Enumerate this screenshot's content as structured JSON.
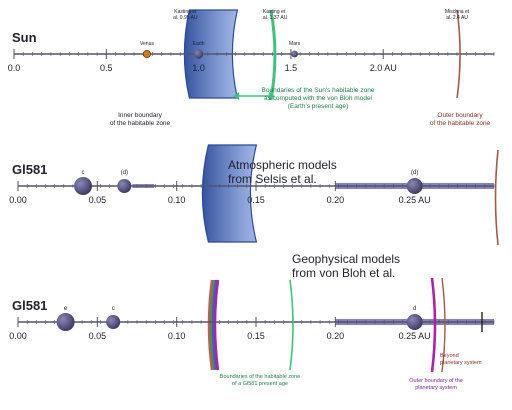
{
  "colors": {
    "axis": "#55556a",
    "zone_fill": "#3d5fb8",
    "inner_edge": "#2a4a9a",
    "green": "#3cc47a",
    "brown": "#a05a4a",
    "magenta": "#b21fb0",
    "planet": "#4a4870",
    "venus": "#d27a1c",
    "text": "#222233",
    "green_text": "#1f7f4a",
    "brown_text": "#8a3020",
    "purple_text": "#8020a0"
  },
  "panels": [
    {
      "id": "sun",
      "name": "Sun",
      "ticks": [
        {
          "v": 0.0,
          "label": "0.0"
        },
        {
          "v": 0.5,
          "label": "0.5"
        },
        {
          "v": 1.0,
          "label": "1.0"
        },
        {
          "v": 1.5,
          "label": "1.5"
        },
        {
          "v": 2.0,
          "label": "2.0 AU"
        }
      ],
      "objects": [
        {
          "name": "Venus",
          "label": "Venus",
          "v": 0.72,
          "kind": "venus"
        },
        {
          "name": "Earth",
          "label": "Earth",
          "v": 1.0,
          "kind": "planet"
        },
        {
          "name": "Mars",
          "label": "Mars",
          "v": 1.52,
          "kind": "planet"
        }
      ],
      "boundaries": [
        {
          "name": "inner-zone",
          "label": "Kasting et al. 0.95 AU",
          "v": 0.95
        },
        {
          "name": "green-line",
          "label": "Kasting et al. 1.37 AU",
          "v": 1.37
        },
        {
          "name": "outer-brown",
          "label": "Mischna et al. 2.4 AU",
          "v": 2.4
        }
      ]
    },
    {
      "id": "gl581-atm",
      "name": "Gl581",
      "ticks": [
        {
          "v": 0.0,
          "label": "0.00"
        },
        {
          "v": 0.05,
          "label": "0.05"
        },
        {
          "v": 0.1,
          "label": "0.10"
        },
        {
          "v": 0.15,
          "label": "0.15"
        },
        {
          "v": 0.2,
          "label": "0.20"
        },
        {
          "v": 0.25,
          "label": "0.25 AU"
        }
      ],
      "objects": [
        {
          "name": "planet-c",
          "label": "c",
          "v": 0.041,
          "kind": "planet"
        },
        {
          "name": "planet-d",
          "label": "(d)",
          "v": 0.067,
          "kind": "planet"
        },
        {
          "name": "planet-d-outer",
          "label": "(d)",
          "v": 0.25,
          "kind": "planet"
        }
      ]
    },
    {
      "id": "gl581-geo",
      "name": "Gl581",
      "ticks": [
        {
          "v": 0.0,
          "label": "0.00"
        },
        {
          "v": 0.05,
          "label": "0.05"
        },
        {
          "v": 0.1,
          "label": "0.10"
        },
        {
          "v": 0.15,
          "label": "0.15"
        },
        {
          "v": 0.2,
          "label": "0.20"
        },
        {
          "v": 0.25,
          "label": "0.25 AU"
        }
      ],
      "objects": [
        {
          "name": "planet-e",
          "label": "e",
          "v": 0.03,
          "kind": "planet"
        },
        {
          "name": "planet-c",
          "label": "c",
          "v": 0.06,
          "kind": "planet"
        },
        {
          "name": "planet-d",
          "label": "d",
          "v": 0.25,
          "kind": "planet"
        }
      ]
    }
  ],
  "annotations": {
    "sun_boundaries": "Boundaries of the Sun's habitable zone\nas computed with the von Bloh model\n(Earth's present age)",
    "sun_inner": "Inner boundary\nof the habitable zone",
    "sun_outer": "Outer boundary\nof the habitable zone",
    "atm_models": "Atmospheric models\nfrom Selsis et al.",
    "geo_models": "Geophysical models\nfrom von Bloh et al.",
    "geo_green": "Boundaries of the habitable zone\nof a Gl581 present age",
    "geo_brown": "Beyond\nplanetary system",
    "geo_purple": "Outer boundary of the\nplanetary system"
  }
}
